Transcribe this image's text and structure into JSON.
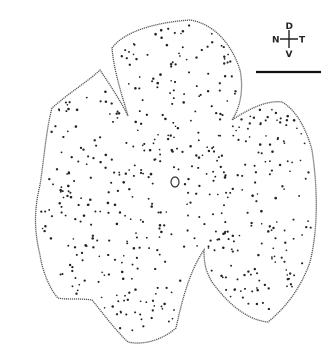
{
  "orientation": {
    "dorsal": "D",
    "nasal": "N",
    "temporal": "T",
    "ventral": "V"
  },
  "colors": {
    "outline": "#555555",
    "dots": "#222222",
    "background": "#ffffff"
  }
}
